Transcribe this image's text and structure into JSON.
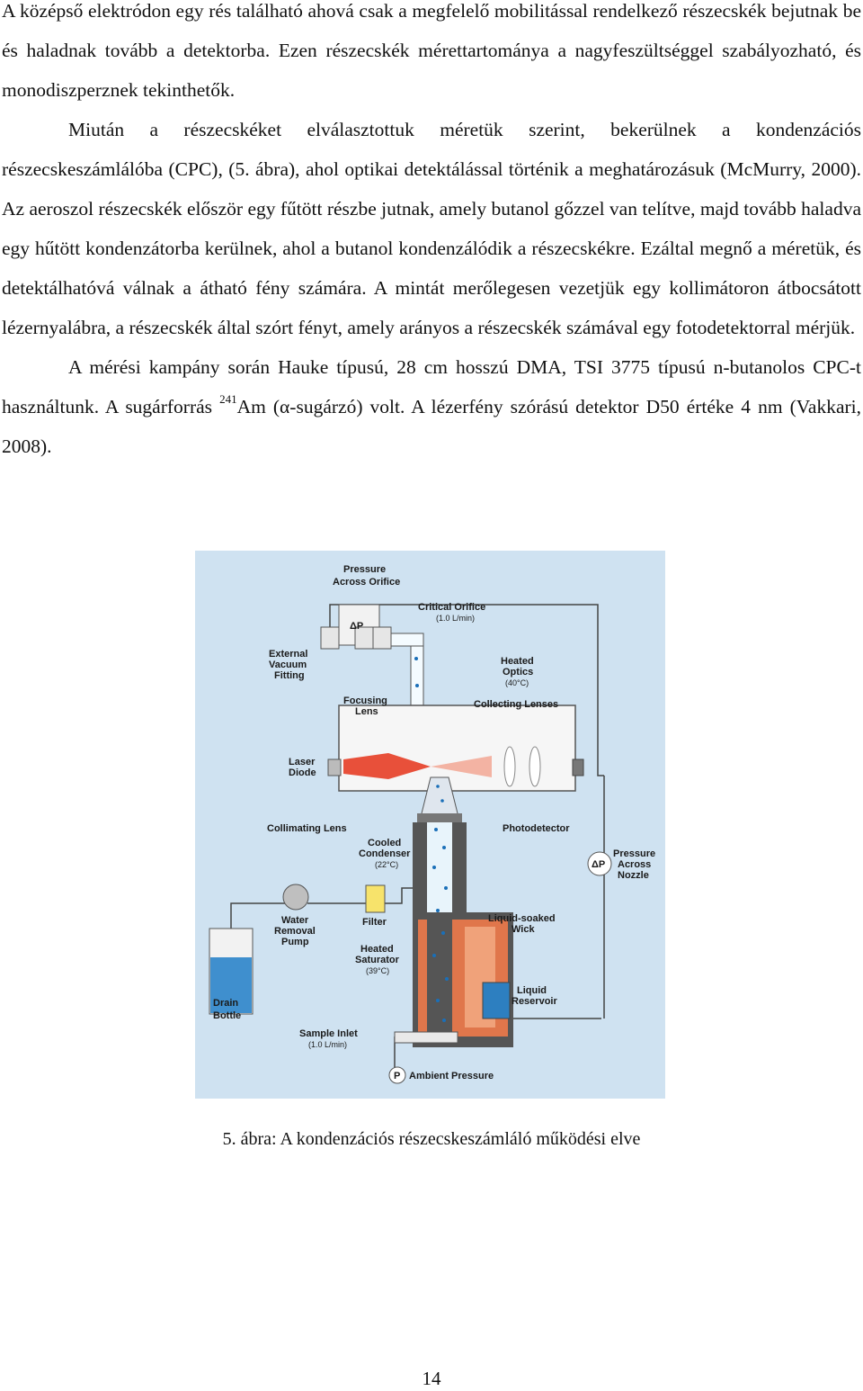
{
  "paragraphs": {
    "p1": "A középső elektródon egy rés található ahová csak a megfelelő mobilitással rendelkező részecskék bejutnak be és haladnak tovább a detektorba. Ezen részecskék mérettartománya a nagyfeszültséggel szabályozható, és monodiszperznek tekinthetők.",
    "p2": "Miután a részecskéket elválasztottuk méretük szerint, bekerülnek a kondenzációs részecskeszámlálóba (CPC), (5. ábra), ahol optikai detektálással történik a meghatározásuk (McMurry, 2000). Az aeroszol részecskék először egy fűtött részbe jutnak, amely butanol gőzzel van telítve, majd tovább haladva egy hűtött kondenzátorba kerülnek, ahol a butanol kondenzálódik a részecskékre. Ezáltal megnő a méretük, és detektálhatóvá válnak a átható fény számára. A mintát merőlegesen vezetjük egy kollimátoron átbocsátott lézernyalábra, a részecskék által szórt fényt, amely arányos a részecskék számával egy fotodetektorral mérjük.",
    "p3_a": "A mérési kampány során Hauke típusú, 28 cm hosszú DMA, TSI 3775 típusú n-butanolos CPC-t használtunk. A sugárforrás ",
    "p3_sup": "241",
    "p3_b": "Am (α-sugárzó) volt. A lézerfény szórású detektor D50 értéke 4 nm (Vakkari, 2008)."
  },
  "figure": {
    "labels": {
      "pressure_orifice_1": "Pressure",
      "pressure_orifice_2": "Across Orifice",
      "dp_top": "ΔP",
      "critical_orifice": "Critical Orifice",
      "critical_flow": "(1.0 L/min)",
      "ext_vac_1": "External",
      "ext_vac_2": "Vacuum",
      "ext_vac_3": "Fitting",
      "heated_optics_1": "Heated",
      "heated_optics_2": "Optics",
      "heated_optics_3": "(40°C)",
      "focusing_lens_1": "Focusing",
      "focusing_lens_2": "Lens",
      "collecting_lenses": "Collecting Lenses",
      "laser_diode_1": "Laser",
      "laser_diode_2": "Diode",
      "collimating_lens": "Collimating Lens",
      "photodetector": "Photodetector",
      "cooled_1": "Cooled",
      "cooled_2": "Condenser",
      "cooled_3": "(22°C)",
      "dp_nozzle": "ΔP",
      "pressure_nozzle_1": "Pressure",
      "pressure_nozzle_2": "Across",
      "pressure_nozzle_3": "Nozzle",
      "water_pump_1": "Water",
      "water_pump_2": "Removal",
      "water_pump_3": "Pump",
      "filter": "Filter",
      "wick_1": "Liquid-soaked",
      "wick_2": "Wick",
      "saturator_1": "Heated",
      "saturator_2": "Saturator",
      "saturator_3": "(39°C)",
      "reservoir_1": "Liquid",
      "reservoir_2": "Reservoir",
      "drain_1": "Drain",
      "drain_2": "Bottle",
      "sample_inlet": "Sample Inlet",
      "sample_flow": "(1.0 L/min)",
      "p_symbol": "P",
      "ambient": "Ambient Pressure"
    }
  },
  "caption": "5. ábra: A kondenzációs részecskeszámláló működési elve",
  "page_number": "14"
}
